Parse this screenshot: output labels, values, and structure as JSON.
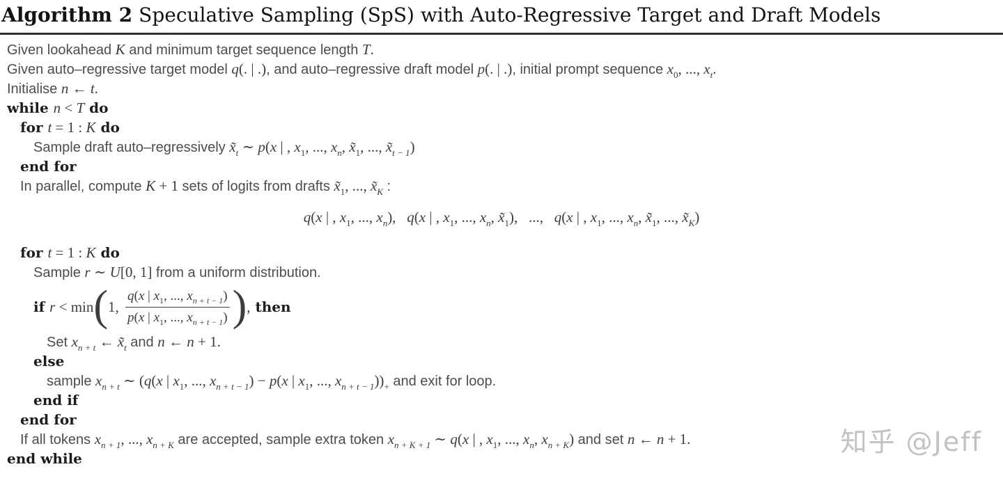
{
  "title": {
    "label": "Algorithm 2",
    "rest": "Speculative Sampling (SpS) with Auto-Regressive Target and Draft Models"
  },
  "watermark": {
    "text": "知乎 @Jeff"
  },
  "colors": {
    "rule": "#2e2e2e",
    "keyword": "#1d1d1d",
    "body_text": "#4c4c4c",
    "math": "#3d3d3d",
    "watermark": "#c2c2c2"
  },
  "algorithm": {
    "lines": [
      {
        "ind": 0,
        "seg": [
          {
            "s": "t",
            "x": "Given lookahead "
          },
          {
            "s": "m",
            "x": "K"
          },
          {
            "s": "t",
            "x": " and minimum target sequence length "
          },
          {
            "s": "m",
            "x": "T"
          },
          {
            "s": "r",
            "x": "."
          }
        ]
      },
      {
        "ind": 0,
        "seg": [
          {
            "s": "t",
            "x": "Given auto–regressive target model "
          },
          {
            "s": "m",
            "x": "q"
          },
          {
            "s": "r",
            "x": "(. | .)"
          },
          {
            "s": "t",
            "x": ", and auto–regressive draft model "
          },
          {
            "s": "m",
            "x": "p"
          },
          {
            "s": "r",
            "x": "(. | .)"
          },
          {
            "s": "t",
            "x": ", initial prompt sequence "
          },
          {
            "s": "m",
            "x": "x"
          },
          {
            "s": "r",
            "x": "0",
            "sub": true
          },
          {
            "s": "r",
            "x": ", ..., "
          },
          {
            "s": "m",
            "x": "x"
          },
          {
            "s": "m",
            "x": "t",
            "sub": true
          },
          {
            "s": "r",
            "x": "."
          }
        ]
      },
      {
        "ind": 0,
        "seg": [
          {
            "s": "t",
            "x": "Initialise "
          },
          {
            "s": "m",
            "x": "n"
          },
          {
            "s": "r",
            "x": " ← "
          },
          {
            "s": "m",
            "x": "t"
          },
          {
            "s": "r",
            "x": "."
          }
        ]
      },
      {
        "ind": 0,
        "seg": [
          {
            "s": "b",
            "x": "while "
          },
          {
            "s": "m",
            "x": "n"
          },
          {
            "s": "r",
            "x": " < "
          },
          {
            "s": "m",
            "x": "T"
          },
          {
            "s": "b",
            "x": " do"
          }
        ]
      },
      {
        "ind": 1,
        "seg": [
          {
            "s": "b",
            "x": "for "
          },
          {
            "s": "m",
            "x": "t"
          },
          {
            "s": "r",
            "x": " = 1 : "
          },
          {
            "s": "m",
            "x": "K"
          },
          {
            "s": "b",
            "x": " do"
          }
        ]
      },
      {
        "ind": 2,
        "seg": [
          {
            "s": "t",
            "x": "Sample draft auto–regressively "
          },
          {
            "s": "m",
            "x": "x̃"
          },
          {
            "s": "m",
            "x": "t",
            "sub": true
          },
          {
            "s": "r",
            "x": " ∼ "
          },
          {
            "s": "m",
            "x": "p"
          },
          {
            "s": "r",
            "x": "("
          },
          {
            "s": "m",
            "x": "x"
          },
          {
            "s": "r",
            "x": " | , "
          },
          {
            "s": "m",
            "x": "x"
          },
          {
            "s": "r",
            "x": "1",
            "sub": true
          },
          {
            "s": "r",
            "x": ", ..., "
          },
          {
            "s": "m",
            "x": "x"
          },
          {
            "s": "m",
            "x": "n",
            "sub": true
          },
          {
            "s": "r",
            "x": ", "
          },
          {
            "s": "m",
            "x": "x̃"
          },
          {
            "s": "r",
            "x": "1",
            "sub": true
          },
          {
            "s": "r",
            "x": ", ..., "
          },
          {
            "s": "m",
            "x": "x̃"
          },
          {
            "s": "m",
            "x": "t − 1",
            "sub": true
          },
          {
            "s": "r",
            "x": ")"
          }
        ]
      },
      {
        "ind": 1,
        "seg": [
          {
            "s": "b",
            "x": "end for"
          }
        ]
      },
      {
        "ind": 1,
        "seg": [
          {
            "s": "t",
            "x": "In parallel, compute "
          },
          {
            "s": "m",
            "x": "K"
          },
          {
            "s": "r",
            "x": " + 1"
          },
          {
            "s": "t",
            "x": " sets of logits from drafts "
          },
          {
            "s": "m",
            "x": "x̃"
          },
          {
            "s": "r",
            "x": "1",
            "sub": true
          },
          {
            "s": "r",
            "x": ", ..., "
          },
          {
            "s": "m",
            "x": "x̃"
          },
          {
            "s": "m",
            "x": "K",
            "sub": true
          },
          {
            "s": "t",
            "x": " :"
          }
        ]
      },
      {
        "center": true,
        "seg": [
          {
            "s": "m",
            "x": "q"
          },
          {
            "s": "r",
            "x": "("
          },
          {
            "s": "m",
            "x": "x"
          },
          {
            "s": "r",
            "x": " | , "
          },
          {
            "s": "m",
            "x": "x"
          },
          {
            "s": "r",
            "x": "1",
            "sub": true
          },
          {
            "s": "r",
            "x": ", ..., "
          },
          {
            "s": "m",
            "x": "x"
          },
          {
            "s": "m",
            "x": "n",
            "sub": true
          },
          {
            "s": "r",
            "x": "),  "
          },
          {
            "s": "m",
            "x": "q"
          },
          {
            "s": "r",
            "x": "("
          },
          {
            "s": "m",
            "x": "x"
          },
          {
            "s": "r",
            "x": " | , "
          },
          {
            "s": "m",
            "x": "x"
          },
          {
            "s": "r",
            "x": "1",
            "sub": true
          },
          {
            "s": "r",
            "x": ", ..., "
          },
          {
            "s": "m",
            "x": "x"
          },
          {
            "s": "m",
            "x": "n",
            "sub": true
          },
          {
            "s": "r",
            "x": ", "
          },
          {
            "s": "m",
            "x": "x̃"
          },
          {
            "s": "r",
            "x": "1",
            "sub": true
          },
          {
            "s": "r",
            "x": "),  ...,  "
          },
          {
            "s": "m",
            "x": "q"
          },
          {
            "s": "r",
            "x": "("
          },
          {
            "s": "m",
            "x": "x"
          },
          {
            "s": "r",
            "x": " | , "
          },
          {
            "s": "m",
            "x": "x"
          },
          {
            "s": "r",
            "x": "1",
            "sub": true
          },
          {
            "s": "r",
            "x": ", ..., "
          },
          {
            "s": "m",
            "x": "x"
          },
          {
            "s": "m",
            "x": "n",
            "sub": true
          },
          {
            "s": "r",
            "x": ", "
          },
          {
            "s": "m",
            "x": "x̃"
          },
          {
            "s": "r",
            "x": "1",
            "sub": true
          },
          {
            "s": "r",
            "x": ", ..., "
          },
          {
            "s": "m",
            "x": "x̃"
          },
          {
            "s": "m",
            "x": "K",
            "sub": true
          },
          {
            "s": "r",
            "x": ")"
          }
        ]
      },
      {
        "ind": 1,
        "seg": [
          {
            "s": "b",
            "x": "for "
          },
          {
            "s": "m",
            "x": "t"
          },
          {
            "s": "r",
            "x": " = 1 : "
          },
          {
            "s": "m",
            "x": "K"
          },
          {
            "s": "b",
            "x": " do"
          }
        ]
      },
      {
        "ind": 2,
        "seg": [
          {
            "s": "t",
            "x": "Sample "
          },
          {
            "s": "m",
            "x": "r"
          },
          {
            "s": "r",
            "x": " ∼ "
          },
          {
            "s": "m",
            "x": "U"
          },
          {
            "s": "r",
            "x": "[0, 1]"
          },
          {
            "s": "t",
            "x": " from a uniform distribution."
          }
        ]
      },
      {
        "ind": 2,
        "tall": true,
        "seg": [
          {
            "s": "b",
            "x": "if "
          },
          {
            "s": "m",
            "x": "r"
          },
          {
            "s": "r",
            "x": " < min"
          },
          {
            "p": "("
          },
          {
            "s": "r",
            "x": "1, "
          },
          {
            "f": {
              "n": [
                {
                  "s": "m",
                  "x": "q"
                },
                {
                  "s": "r",
                  "x": "("
                },
                {
                  "s": "m",
                  "x": "x"
                },
                {
                  "s": "r",
                  "x": " | "
                },
                {
                  "s": "m",
                  "x": "x"
                },
                {
                  "s": "r",
                  "x": "1",
                  "sub": true
                },
                {
                  "s": "r",
                  "x": ", ..., "
                },
                {
                  "s": "m",
                  "x": "x"
                },
                {
                  "s": "m",
                  "x": "n + t − 1",
                  "sub": true
                },
                {
                  "s": "r",
                  "x": ")"
                }
              ],
              "d": [
                {
                  "s": "m",
                  "x": "p"
                },
                {
                  "s": "r",
                  "x": "("
                },
                {
                  "s": "m",
                  "x": "x"
                },
                {
                  "s": "r",
                  "x": " | "
                },
                {
                  "s": "m",
                  "x": "x"
                },
                {
                  "s": "r",
                  "x": "1",
                  "sub": true
                },
                {
                  "s": "r",
                  "x": ", ..., "
                },
                {
                  "s": "m",
                  "x": "x"
                },
                {
                  "s": "m",
                  "x": "n + t − 1",
                  "sub": true
                },
                {
                  "s": "r",
                  "x": ")"
                }
              ]
            }
          },
          {
            "p": ")"
          },
          {
            "s": "r",
            "x": ","
          },
          {
            "s": "b",
            "x": " then"
          }
        ]
      },
      {
        "ind": 3,
        "seg": [
          {
            "s": "t",
            "x": "Set "
          },
          {
            "s": "m",
            "x": "x"
          },
          {
            "s": "m",
            "x": "n + t",
            "sub": true
          },
          {
            "s": "r",
            "x": " ← "
          },
          {
            "s": "m",
            "x": "x̃"
          },
          {
            "s": "m",
            "x": "t",
            "sub": true
          },
          {
            "s": "t",
            "x": " and "
          },
          {
            "s": "m",
            "x": "n"
          },
          {
            "s": "r",
            "x": " ← "
          },
          {
            "s": "m",
            "x": "n"
          },
          {
            "s": "r",
            "x": " + 1."
          }
        ]
      },
      {
        "ind": 2,
        "seg": [
          {
            "s": "b",
            "x": "else"
          }
        ]
      },
      {
        "ind": 3,
        "seg": [
          {
            "s": "t",
            "x": "sample "
          },
          {
            "s": "m",
            "x": "x"
          },
          {
            "s": "m",
            "x": "n + t",
            "sub": true
          },
          {
            "s": "r",
            "x": " ∼ ("
          },
          {
            "s": "m",
            "x": "q"
          },
          {
            "s": "r",
            "x": "("
          },
          {
            "s": "m",
            "x": "x"
          },
          {
            "s": "r",
            "x": " | "
          },
          {
            "s": "m",
            "x": "x"
          },
          {
            "s": "r",
            "x": "1",
            "sub": true
          },
          {
            "s": "r",
            "x": ", ..., "
          },
          {
            "s": "m",
            "x": "x"
          },
          {
            "s": "m",
            "x": "n + t − 1",
            "sub": true
          },
          {
            "s": "r",
            "x": ") − "
          },
          {
            "s": "m",
            "x": "p"
          },
          {
            "s": "r",
            "x": "("
          },
          {
            "s": "m",
            "x": "x"
          },
          {
            "s": "r",
            "x": " | "
          },
          {
            "s": "m",
            "x": "x"
          },
          {
            "s": "r",
            "x": "1",
            "sub": true
          },
          {
            "s": "r",
            "x": ", ..., "
          },
          {
            "s": "m",
            "x": "x"
          },
          {
            "s": "m",
            "x": "n + t − 1",
            "sub": true
          },
          {
            "s": "r",
            "x": "))"
          },
          {
            "s": "r",
            "x": "+",
            "sub": true
          },
          {
            "s": "t",
            "x": " and exit for loop."
          }
        ]
      },
      {
        "ind": 2,
        "seg": [
          {
            "s": "b",
            "x": "end if"
          }
        ]
      },
      {
        "ind": 1,
        "seg": [
          {
            "s": "b",
            "x": "end for"
          }
        ]
      },
      {
        "ind": 1,
        "seg": [
          {
            "s": "t",
            "x": "If all tokens "
          },
          {
            "s": "m",
            "x": "x"
          },
          {
            "s": "m",
            "x": "n + 1",
            "sub": true
          },
          {
            "s": "r",
            "x": ", ..., "
          },
          {
            "s": "m",
            "x": "x"
          },
          {
            "s": "m",
            "x": "n + K",
            "sub": true
          },
          {
            "s": "t",
            "x": " are accepted, sample extra token "
          },
          {
            "s": "m",
            "x": "x"
          },
          {
            "s": "m",
            "x": "n + K + 1",
            "sub": true
          },
          {
            "s": "r",
            "x": " ∼ "
          },
          {
            "s": "m",
            "x": "q"
          },
          {
            "s": "r",
            "x": "("
          },
          {
            "s": "m",
            "x": "x"
          },
          {
            "s": "r",
            "x": " | , "
          },
          {
            "s": "m",
            "x": "x"
          },
          {
            "s": "r",
            "x": "1",
            "sub": true
          },
          {
            "s": "r",
            "x": ", ..., "
          },
          {
            "s": "m",
            "x": "x"
          },
          {
            "s": "m",
            "x": "n",
            "sub": true
          },
          {
            "s": "r",
            "x": ", "
          },
          {
            "s": "m",
            "x": "x"
          },
          {
            "s": "m",
            "x": "n + K",
            "sub": true
          },
          {
            "s": "r",
            "x": ")"
          },
          {
            "s": "t",
            "x": " and set "
          },
          {
            "s": "m",
            "x": "n"
          },
          {
            "s": "r",
            "x": " ← "
          },
          {
            "s": "m",
            "x": "n"
          },
          {
            "s": "r",
            "x": " + 1."
          }
        ]
      },
      {
        "ind": 0,
        "seg": [
          {
            "s": "b",
            "x": "end while"
          }
        ]
      }
    ]
  }
}
